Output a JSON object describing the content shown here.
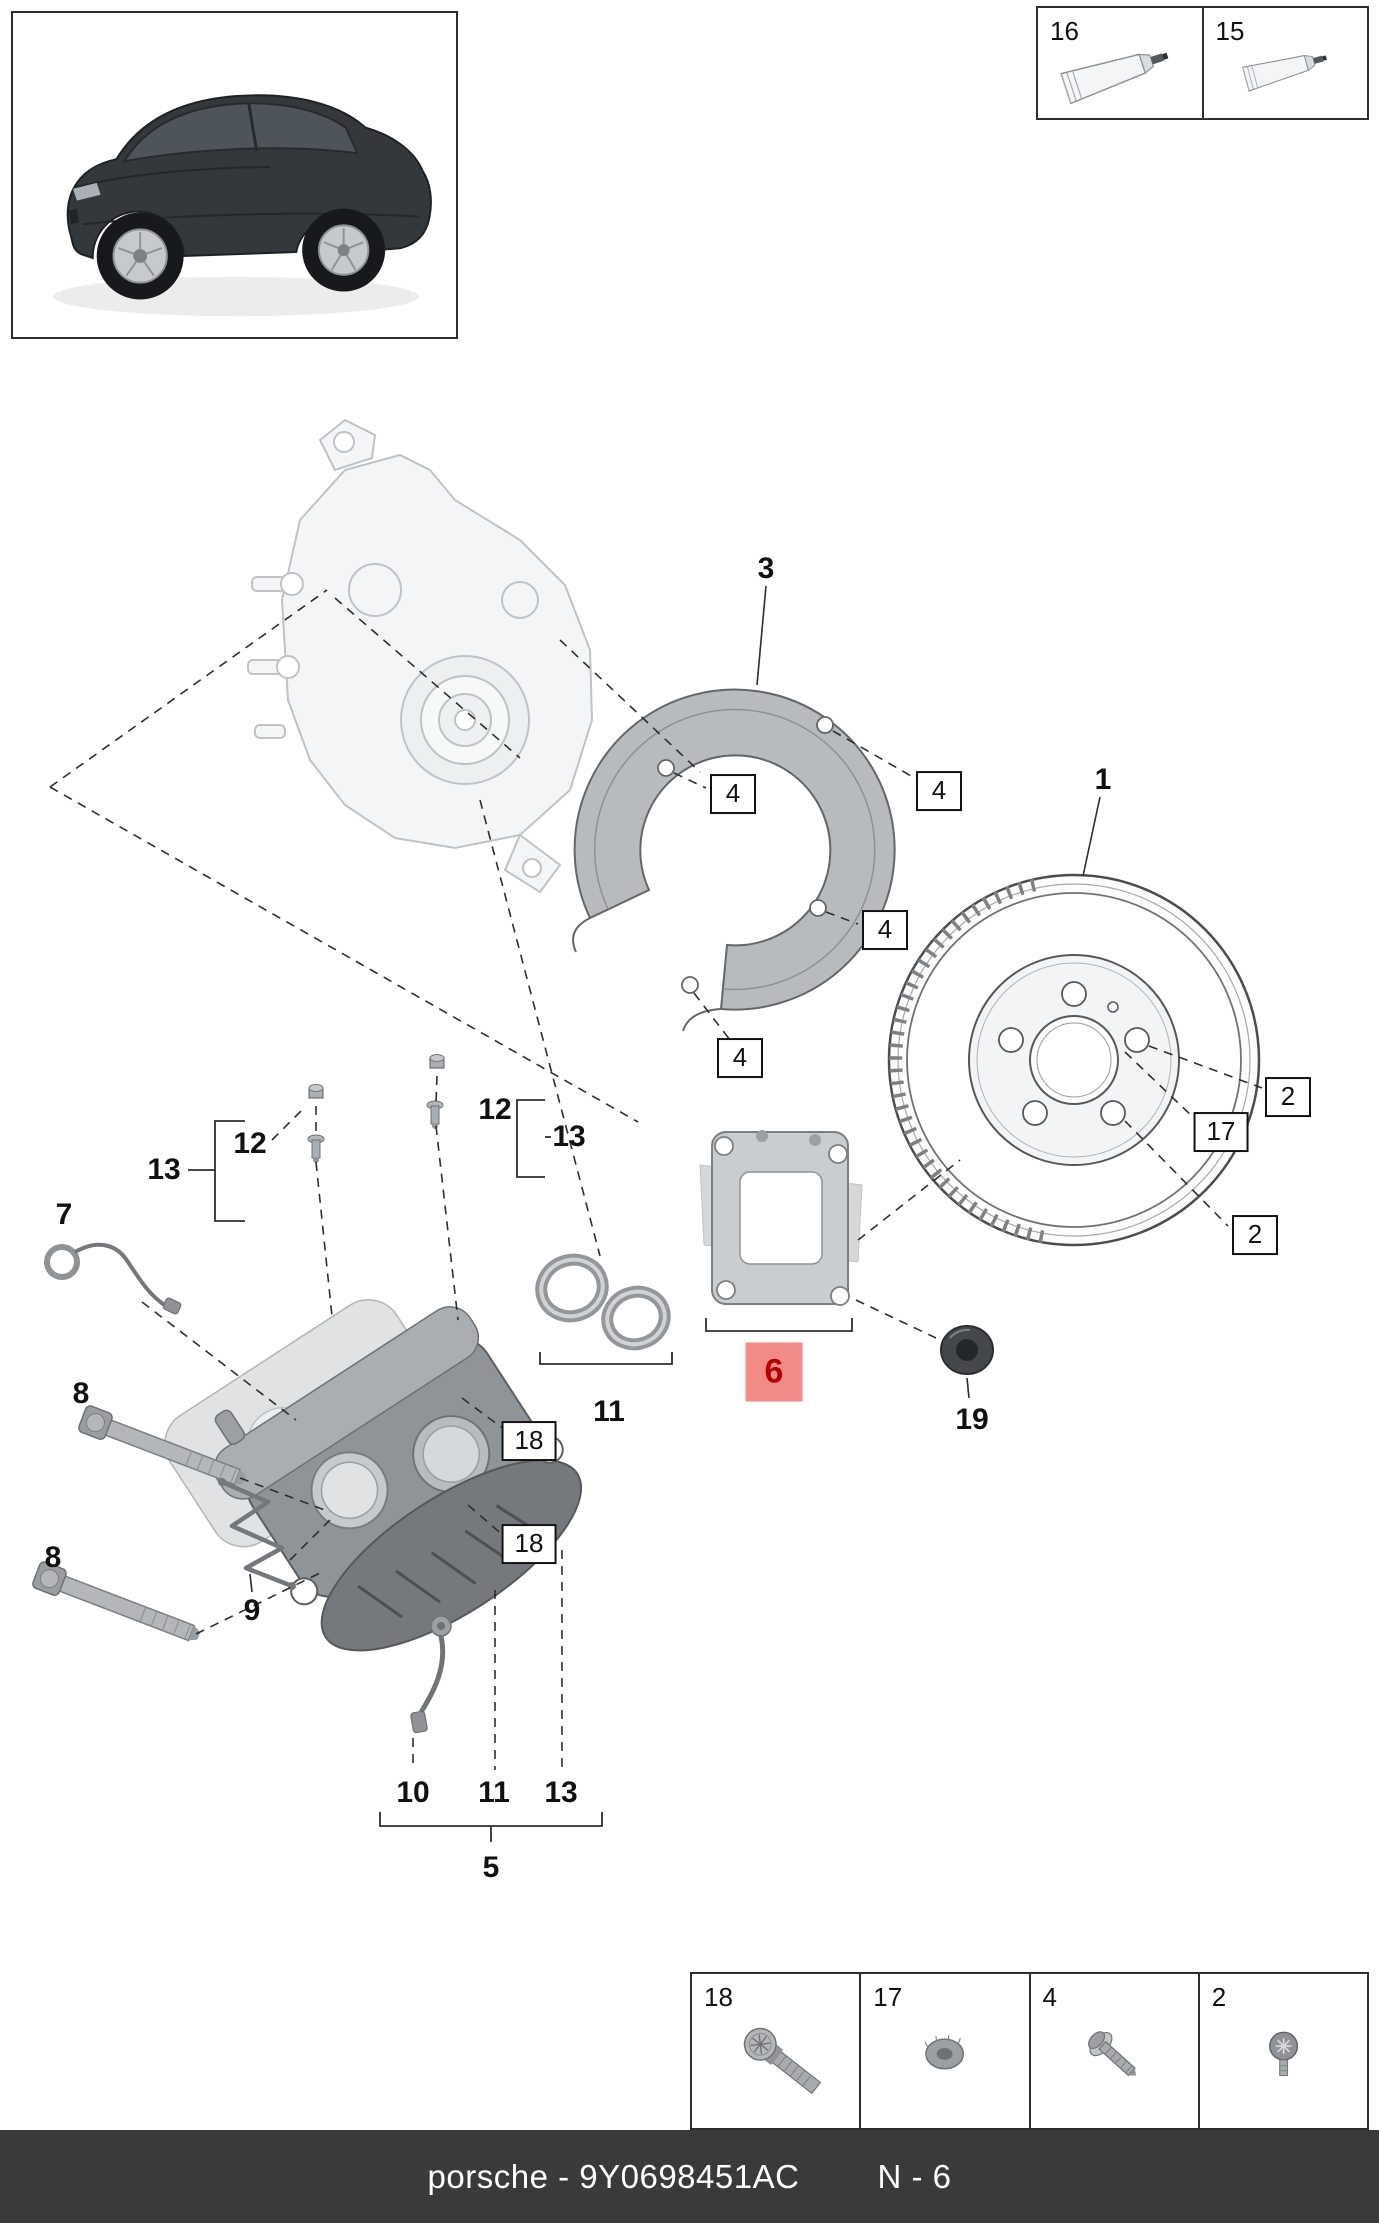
{
  "colors": {
    "highlight_bg": "#f28b85",
    "highlight_text": "#b40000",
    "footer_bg": "#3a3a3a",
    "footer_text": "#ffffff"
  },
  "legend": {
    "items": [
      {
        "label": "16"
      },
      {
        "label": "15"
      }
    ]
  },
  "fastener_table": {
    "items": [
      {
        "label": "18"
      },
      {
        "label": "17"
      },
      {
        "label": "4"
      },
      {
        "label": "2"
      }
    ]
  },
  "callouts": {
    "plain": [
      {
        "label": "3"
      },
      {
        "label": "1"
      },
      {
        "label": "12"
      },
      {
        "label": "13"
      },
      {
        "label": "12"
      },
      {
        "label": "13"
      },
      {
        "label": "7"
      },
      {
        "label": "8"
      },
      {
        "label": "8"
      },
      {
        "label": "9"
      },
      {
        "label": "11"
      },
      {
        "label": "19"
      },
      {
        "label": "10"
      },
      {
        "label": "11"
      },
      {
        "label": "13"
      },
      {
        "label": "5"
      }
    ],
    "boxed": [
      {
        "label": "4"
      },
      {
        "label": "4"
      },
      {
        "label": "4"
      },
      {
        "label": "4"
      },
      {
        "label": "2"
      },
      {
        "label": "17"
      },
      {
        "label": "2"
      },
      {
        "label": "18"
      },
      {
        "label": "18"
      }
    ],
    "highlighted": {
      "label": "6"
    }
  },
  "footer": {
    "part_text": "porsche - 9Y0698451AC",
    "page_ref": "N - 6"
  }
}
